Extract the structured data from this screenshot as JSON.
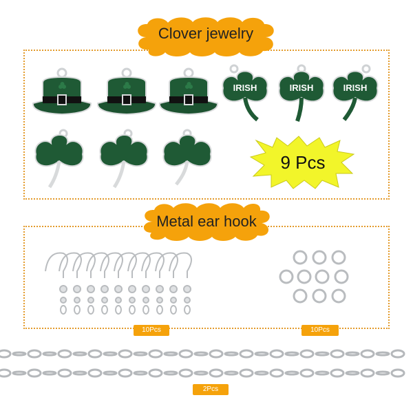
{
  "sections": {
    "clover": {
      "title": "Clover jewelry",
      "count_label": "9 Pcs",
      "items": [
        {
          "icon": "leprechaun-hat-charm-icon"
        },
        {
          "icon": "leprechaun-hat-charm-icon"
        },
        {
          "icon": "leprechaun-hat-charm-icon"
        },
        {
          "icon": "irish-shamrock-charm-icon",
          "text": "IRISH"
        },
        {
          "icon": "irish-shamrock-charm-icon",
          "text": "IRISH"
        },
        {
          "icon": "irish-shamrock-charm-icon",
          "text": "IRISH"
        },
        {
          "icon": "shamrock-charm-icon"
        },
        {
          "icon": "shamrock-charm-icon"
        },
        {
          "icon": "shamrock-charm-icon"
        }
      ]
    },
    "hooks": {
      "title": "Metal ear hook",
      "hooks_badge": "10Pcs",
      "rings_badge": "10Pcs"
    },
    "chain": {
      "badge": "2Pcs"
    }
  },
  "colors": {
    "accent": "#f5a20b",
    "dotted_border": "#e39a2a",
    "charm_green": "#1f5a35",
    "burst_yellow": "#f2f52a",
    "metal": "#c9ccd0"
  }
}
